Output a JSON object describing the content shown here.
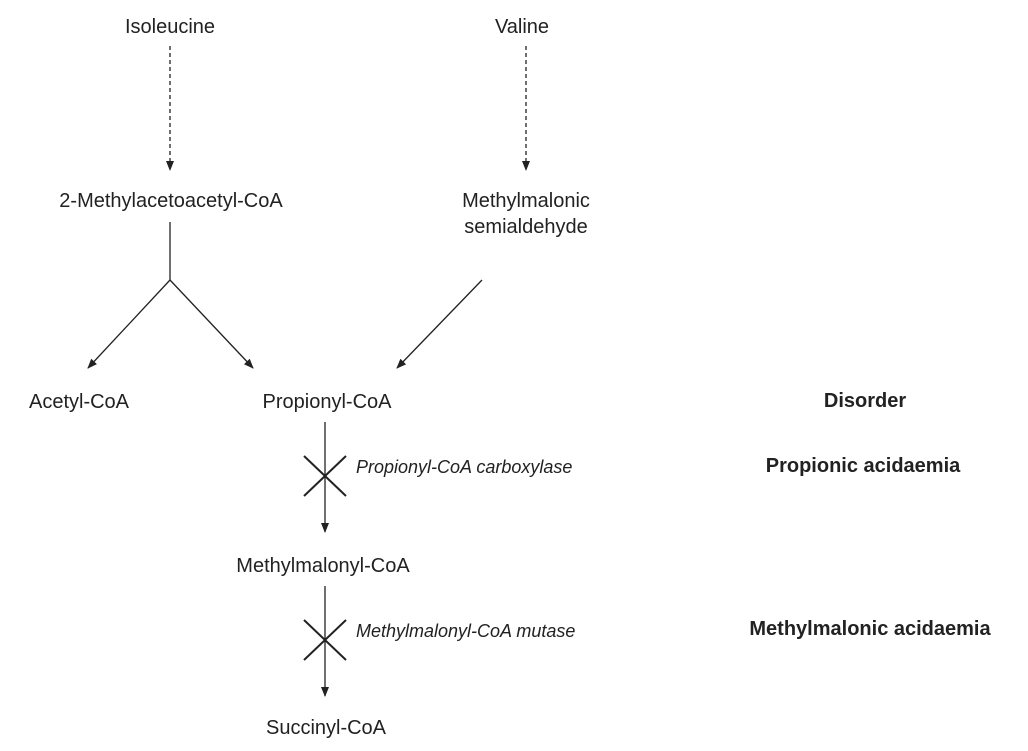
{
  "nodes": {
    "isoleucine": "Isoleucine",
    "valine": "Valine",
    "methylacetoacetyl_coa": "2-Methylacetoacetyl-CoA",
    "methylmalonic_semialdehyde": [
      "Methylmalonic",
      "semialdehyde"
    ],
    "acetyl_coa": "Acetyl-CoA",
    "propionyl_coa": "Propionyl-CoA",
    "methylmalonyl_coa": "Methylmalonyl-CoA",
    "succinyl_coa": "Succinyl-CoA"
  },
  "enzymes": {
    "propionyl_coa_carboxylase": "Propionyl-CoA carboxylase",
    "methylmalonyl_coa_mutase": "Methylmalonyl-CoA mutase"
  },
  "disorders": {
    "header": "Disorder",
    "propionic_acidaemia": "Propionic acidaemia",
    "methylmalonic_acidaemia": "Methylmalonic acidaemia"
  },
  "colors": {
    "line": "#222222",
    "text": "#222222"
  }
}
